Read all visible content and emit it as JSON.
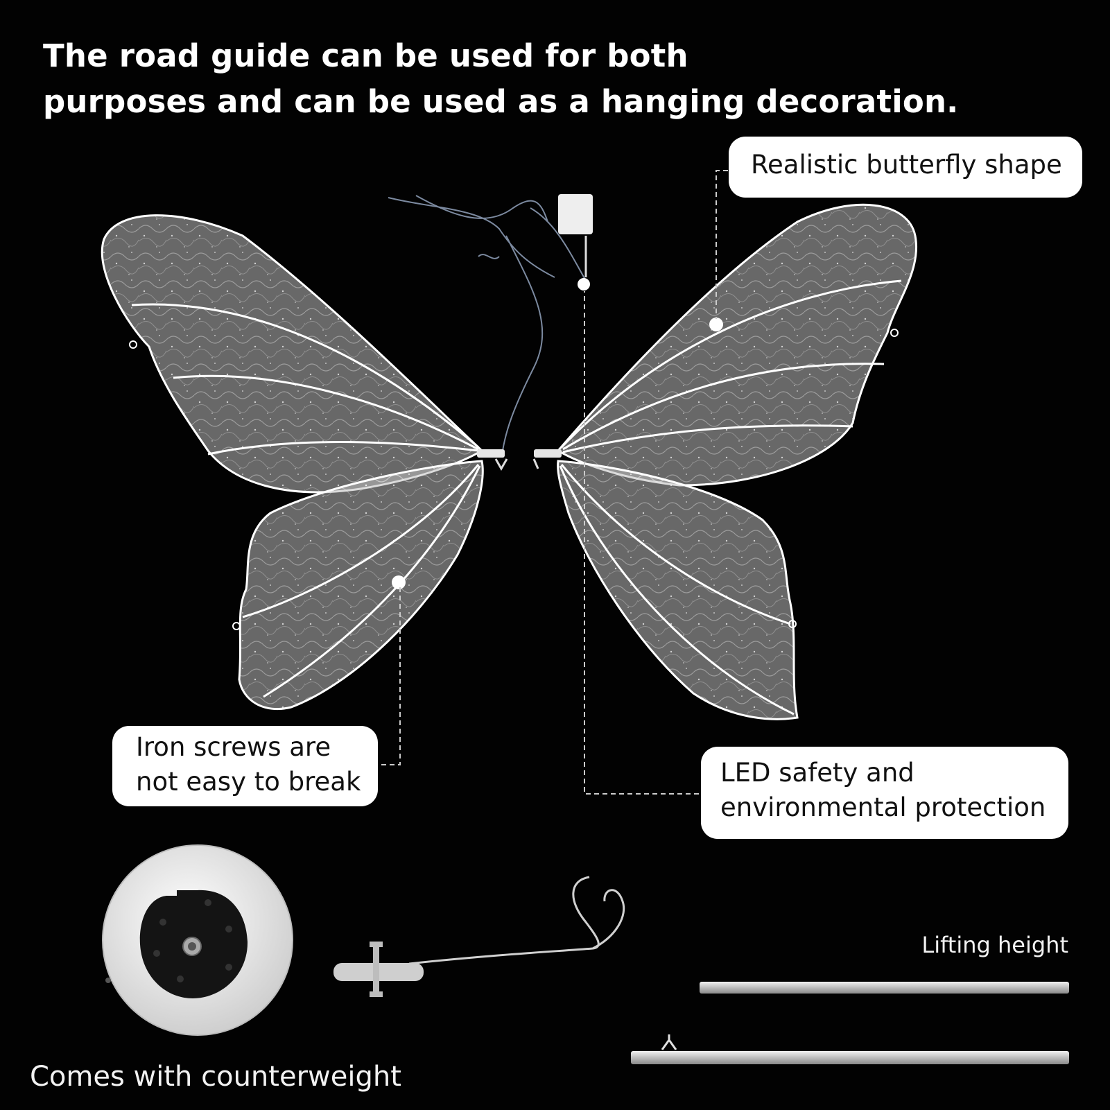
{
  "headline": {
    "line1": "The road guide can be used for both",
    "line2": "purposes and can be used as a hanging decoration."
  },
  "callouts": {
    "butterfly_shape": "Realistic butterfly shape",
    "iron_screws": {
      "line1": "Iron screws are",
      "line2": "not easy to break"
    },
    "led_safety": {
      "line1": "LED safety and",
      "line2": "environmental protection"
    }
  },
  "labels": {
    "lifting_height": "Lifting height",
    "counterweight": "Comes with counterweight"
  },
  "colors": {
    "background": "#020202",
    "callout_fill": "#ffffff",
    "callout_text": "#111111",
    "wing_fill": "#d9d9d9",
    "leader_line": "#cccccc"
  }
}
